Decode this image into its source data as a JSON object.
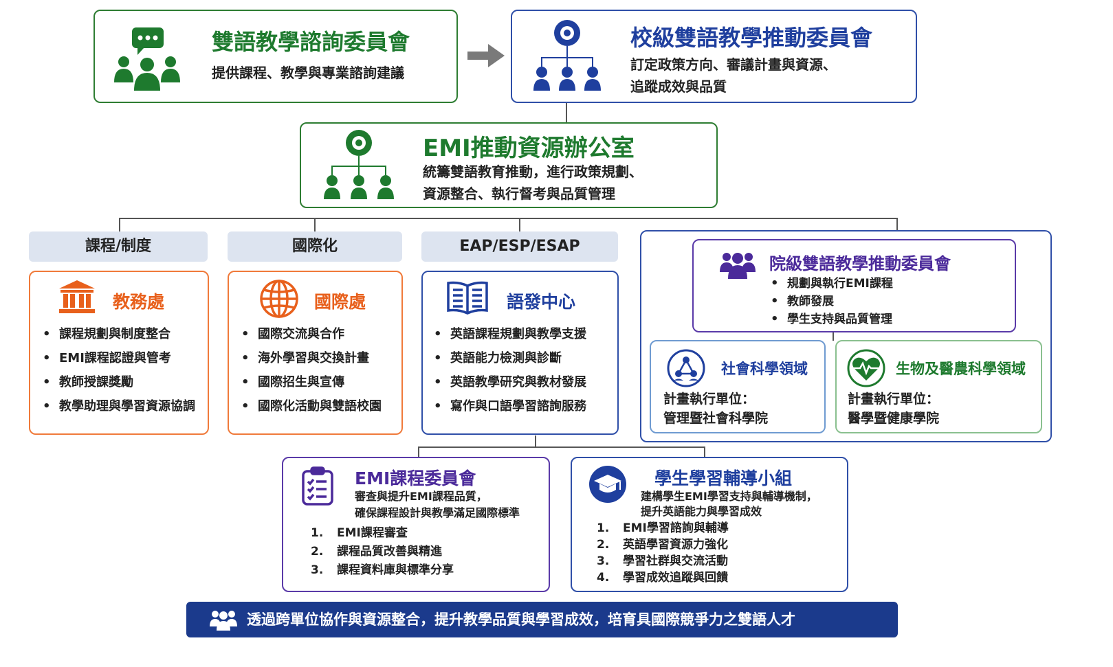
{
  "top_left": {
    "title": "雙語教學諮詢委員會",
    "desc": "提供課程、教學與專業諮詢建議",
    "icon": "consultation-group-icon",
    "color": "#1e7a2e"
  },
  "top_right": {
    "title": "校級雙語教學推動委員會",
    "desc_lines": [
      "訂定政策方向、審議計畫與資源、",
      "追蹤成效與品質"
    ],
    "icon": "hierarchy-icon",
    "color": "#1f3f9e"
  },
  "emi_office": {
    "title": "EMI推動資源辦公室",
    "desc_lines": [
      "統籌雙語教育推動，進行政策規劃、",
      "資源整合、執行督考與品質管理"
    ],
    "icon": "hierarchy-icon",
    "color": "#1e7a2e"
  },
  "headers": [
    "課程/制度",
    "國際化",
    "EAP/ESP/ESAP"
  ],
  "units": [
    {
      "title": "教務處",
      "icon": "institution-icon",
      "color": "#e8601c",
      "items": [
        "課程規劃與制度整合",
        "EMI課程認證與管考",
        "教師授課獎勵",
        "教學助理與學習資源協調"
      ]
    },
    {
      "title": "國際處",
      "icon": "globe-icon",
      "color": "#e8601c",
      "items": [
        "國際交流與合作",
        "海外學習與交換計畫",
        "國際招生與宣傳",
        "國際化活動與雙語校園"
      ]
    },
    {
      "title": "語發中心",
      "icon": "book-icon",
      "color": "#1f3f9e",
      "items": [
        "英語課程規劃與教學支援",
        "英語能力檢測與診斷",
        "英語教學研究與教材發展",
        "寫作與口語學習諮詢服務"
      ]
    }
  ],
  "college_committee": {
    "title": "院級雙語教學推動委員會",
    "icon": "group-icon",
    "color": "#4b2a9a",
    "items": [
      "規劃與執行EMI課程",
      "教師發展",
      "學生支持與品質管理"
    ]
  },
  "domains": [
    {
      "title": "社會科學領域",
      "label": "計畫執行單位：",
      "unit": "管理暨社會科學院",
      "icon": "network-icon",
      "color": "#1f3f9e"
    },
    {
      "title": "生物及醫農科學領域",
      "label": "計畫執行單位：",
      "unit": "醫學暨健康學院",
      "icon": "heart-pulse-icon",
      "color": "#1e7a2e"
    }
  ],
  "emi_course": {
    "title": "EMI課程委員會",
    "desc_lines": [
      "審查與提升EMI課程品質，",
      "確保課程設計與教學滿足國際標準"
    ],
    "icon": "clipboard-icon",
    "color": "#4b2a9a",
    "items": [
      {
        "n": "1.",
        "t": "EMI課程審查"
      },
      {
        "n": "2.",
        "t": "課程品質改善與精進"
      },
      {
        "n": "3.",
        "t": "課程資料庫與標準分享"
      }
    ]
  },
  "tutoring": {
    "title": "學生學習輔導小組",
    "desc_lines": [
      "建構學生EMI學習支持與輔導機制，",
      "提升英語能力與學習成效"
    ],
    "icon": "graduation-cap-icon",
    "color": "#1f3f9e",
    "items": [
      {
        "n": "1.",
        "t": "EMI學習諮詢與輔導"
      },
      {
        "n": "2.",
        "t": "英語學習資源力強化"
      },
      {
        "n": "3.",
        "t": "學習社群與交流活動"
      },
      {
        "n": "4.",
        "t": "學習成效追蹤與回饋"
      }
    ]
  },
  "banner": {
    "text": "透過跨單位協作與資源整合，提升教學品質與學習成效，培育具國際競爭力之雙語人才",
    "icon": "people-icon",
    "color": "#1b3a8c"
  }
}
